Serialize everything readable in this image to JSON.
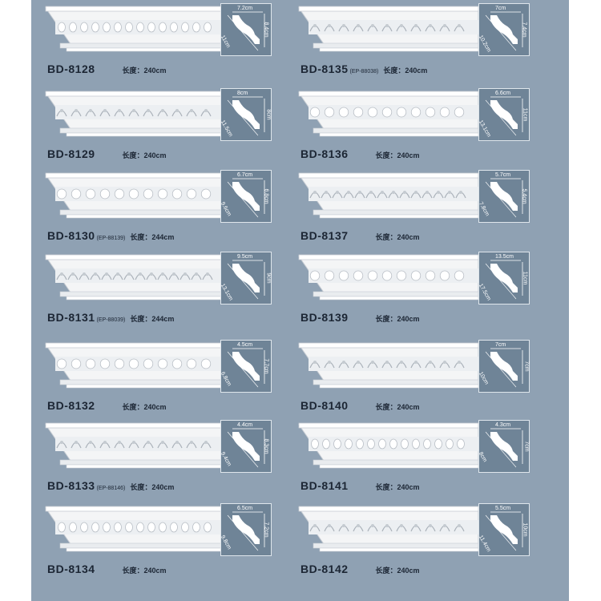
{
  "items": [
    {
      "code": "BD-8128",
      "ref": "",
      "length": "长度：240cm",
      "width": "7.2cm",
      "height": "8.4cm",
      "depth": "11cm"
    },
    {
      "code": "BD-8129",
      "ref": "",
      "length": "长度：240cm",
      "width": "8cm",
      "height": "8cm",
      "depth": "11.5cm"
    },
    {
      "code": "BD-8130",
      "ref": "(EP-88139)",
      "length": "长度：244cm",
      "width": "6.7cm",
      "height": "6.8cm",
      "depth": "9.6cm"
    },
    {
      "code": "BD-8131",
      "ref": "(EP-88039)",
      "length": "长度：244cm",
      "width": "9.5cm",
      "height": "9cm",
      "depth": "13.1cm"
    },
    {
      "code": "BD-8132",
      "ref": "",
      "length": "长度：240cm",
      "width": "4.5cm",
      "height": "7.7cm",
      "depth": "6.8cm"
    },
    {
      "code": "BD-8133",
      "ref": "(EP-88146)",
      "length": "长度：240cm",
      "width": "4.4cm",
      "height": "8.3cm",
      "depth": "9.4cm"
    },
    {
      "code": "BD-8134",
      "ref": "",
      "length": "长度：240cm",
      "width": "6.5cm",
      "height": "7.2cm",
      "depth": "9.8cm"
    },
    {
      "code": "BD-8135",
      "ref": "(EP-88038)",
      "length": "长度：240cm",
      "width": "7cm",
      "height": "7.4cm",
      "depth": "10.2cm"
    },
    {
      "code": "BD-8136",
      "ref": "",
      "length": "长度：240cm",
      "width": "6.6cm",
      "height": "11cm",
      "depth": "13.1cm"
    },
    {
      "code": "BD-8137",
      "ref": "",
      "length": "长度：240cm",
      "width": "5.7cm",
      "height": "5.4cm",
      "depth": "7.8cm"
    },
    {
      "code": "BD-8139",
      "ref": "",
      "length": "长度：240cm",
      "width": "13.5cm",
      "height": "11cm",
      "depth": "17.5cm"
    },
    {
      "code": "BD-8140",
      "ref": "",
      "length": "长度：240cm",
      "width": "7cm",
      "height": "7cm",
      "depth": "10cm"
    },
    {
      "code": "BD-8141",
      "ref": "",
      "length": "长度：240cm",
      "width": "4.3cm",
      "height": "7cm",
      "depth": "8cm"
    },
    {
      "code": "BD-8142",
      "ref": "",
      "length": "长度：240cm",
      "width": "5.5cm",
      "height": "10cm",
      "depth": "11.4cm"
    }
  ]
}
